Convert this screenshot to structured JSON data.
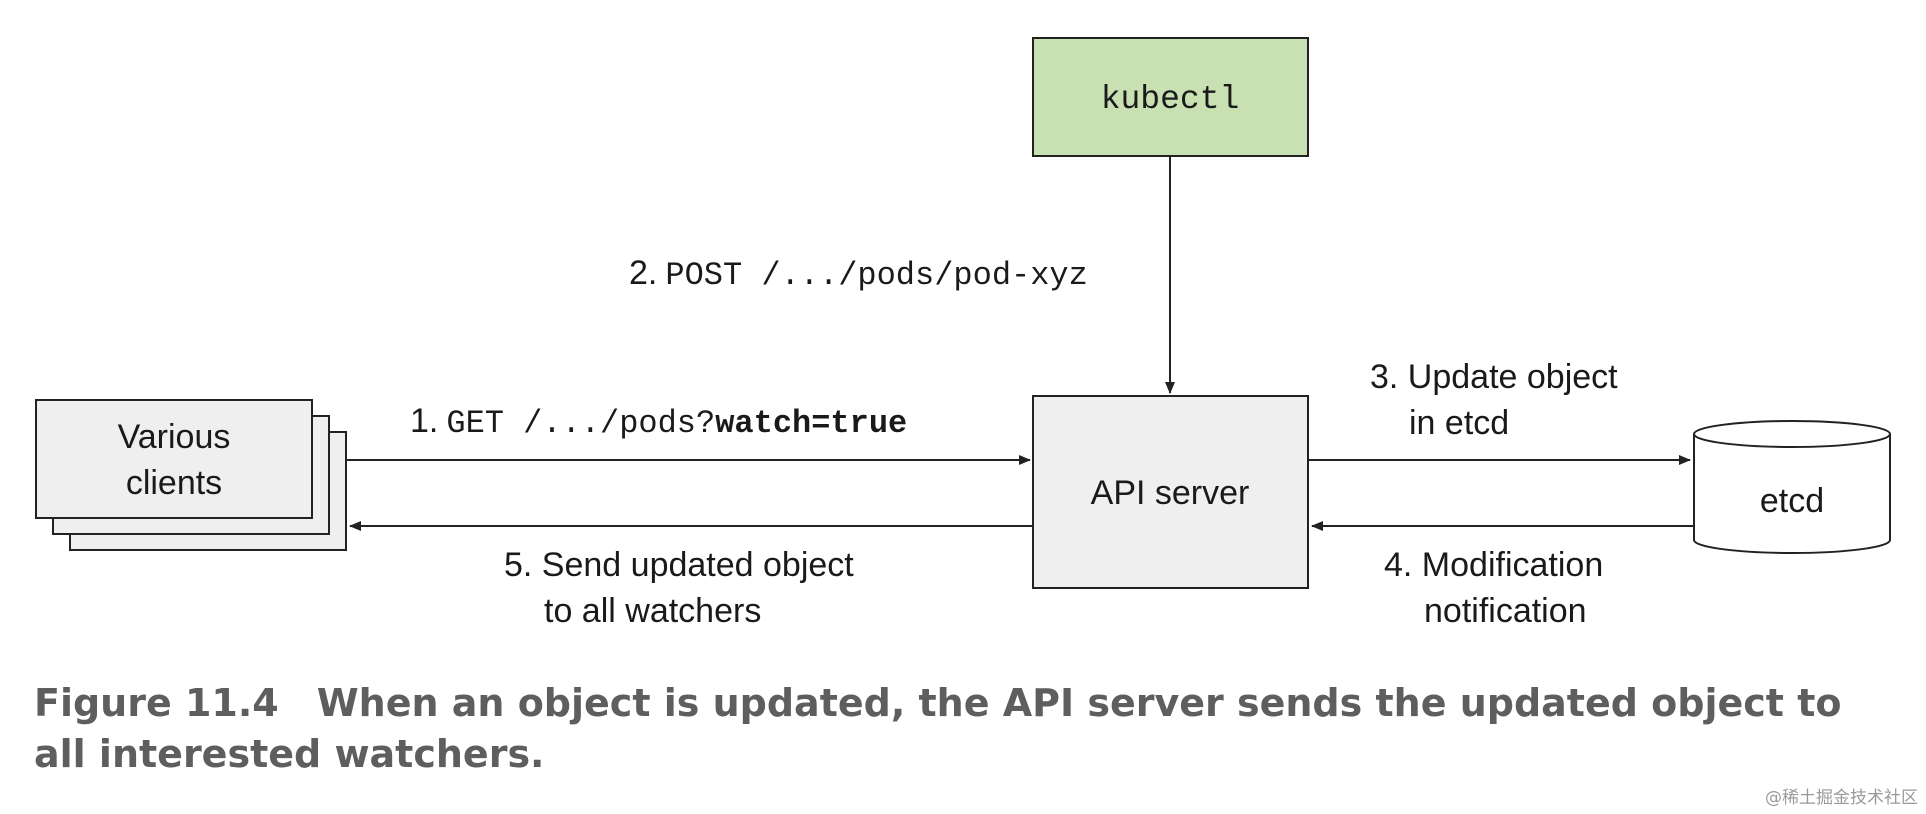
{
  "nodes": {
    "kubectl": "kubectl",
    "api_server": "API server",
    "clients_line1": "Various",
    "clients_line2": "clients",
    "etcd": "etcd"
  },
  "steps": {
    "step1": {
      "num": "1.",
      "method": "GET /.../pods?",
      "query": "watch=true"
    },
    "step2": {
      "num": "2.",
      "text": "POST /.../pods/pod-xyz"
    },
    "step3": {
      "line1": "3. Update object",
      "line2": "in etcd"
    },
    "step4": {
      "line1": "4. Modification",
      "line2": "notification"
    },
    "step5": {
      "line1": "5. Send updated object",
      "line2": "to all watchers"
    }
  },
  "caption": {
    "number": "Figure 11.4",
    "text": "When an object is updated, the API server sends the updated object to all interested watchers."
  },
  "watermark": "@稀土掘金技术社区",
  "colors": {
    "kubectl_fill": "#c8e0b2",
    "api_server_fill": "#efefef",
    "clients_fill": "#efefef",
    "caption": "#5e5e5e"
  }
}
